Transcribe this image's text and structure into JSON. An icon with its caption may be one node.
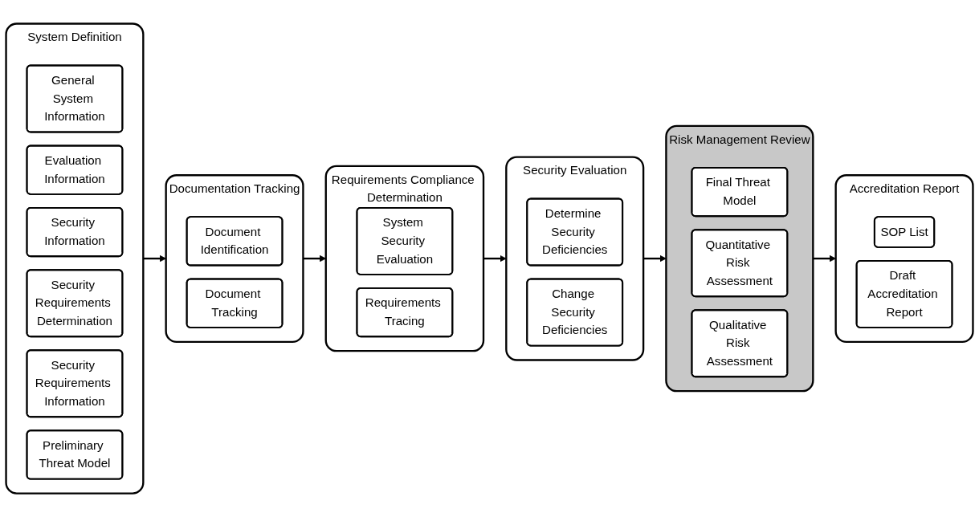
{
  "diagram": {
    "nodes": [
      {
        "text": [
          "System Definition"
        ]
      },
      {
        "text": [
          "General System Information"
        ],
        "in": 0
      },
      {
        "text": [
          "Evaluation Information"
        ],
        "in": 0
      },
      {
        "text": [
          "Security Information"
        ],
        "in": 0
      },
      {
        "text": [
          "Security Requirements Determination"
        ],
        "in": 0
      },
      {
        "text": [
          "Security Requirements Information"
        ],
        "in": 0
      },
      {
        "text": [
          "Preliminary Threat Model"
        ],
        "in": 0
      },
      {
        "text": [
          "Documentation Tracking"
        ]
      },
      {
        "text": [
          "Document Identification"
        ],
        "in": 7
      },
      {
        "text": [
          "Document Tracking"
        ],
        "in": 7
      },
      {
        "text": [
          "Requirements Compliance Determination"
        ]
      },
      {
        "text": [
          "System Security Evaluation"
        ],
        "in": 10
      },
      {
        "text": [
          "Requirements Tracing"
        ],
        "in": 10
      },
      {
        "text": [
          "Security Evaluation"
        ]
      },
      {
        "text": [
          "Determine Security Deficiencies"
        ],
        "in": 13
      },
      {
        "text": [
          "Change Security Deficiencies"
        ],
        "in": 13
      },
      {
        "text": [
          "Risk Management Review"
        ]
      },
      {
        "text": [
          "Final Threat Model"
        ],
        "in": 16
      },
      {
        "text": [
          "Quantitative Risk Assessment"
        ],
        "in": 16
      },
      {
        "text": [
          "Qualitative Risk Assessment"
        ],
        "in": 16
      },
      {
        "text": [
          "Accreditation Report"
        ]
      },
      {
        "text": [
          "SOP List"
        ],
        "in": 20
      },
      {
        "text": [
          "Draft Accreditation Report"
        ],
        "in": 20
      }
    ],
    "edges": [
      {
        "from": 0,
        "to": 7,
        "arrow": "to"
      },
      {
        "from": 7,
        "to": 10,
        "arrow": "to"
      },
      {
        "from": 10,
        "to": 13,
        "arrow": "to"
      },
      {
        "from": 13,
        "to": 16,
        "arrow": "to"
      },
      {
        "from": 16,
        "to": 20,
        "arrow": "to"
      }
    ]
  }
}
